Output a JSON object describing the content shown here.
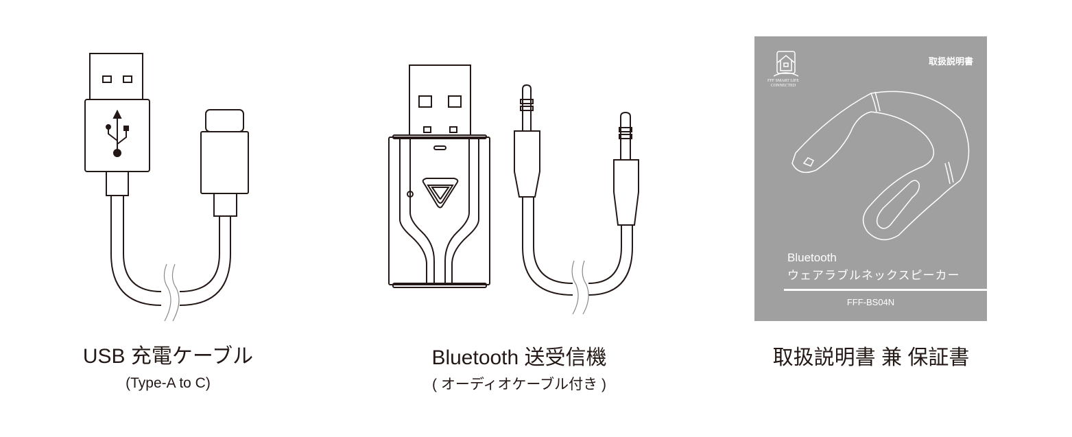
{
  "items": [
    {
      "title": "USB 充電ケーブル",
      "subtitle": "(Type-A to C)"
    },
    {
      "title": "Bluetooth 送受信機",
      "subtitle": "( オーディオケーブル付き )"
    },
    {
      "title": "取扱説明書 兼 保証書"
    }
  ],
  "manual_cover": {
    "header": "取扱説明書",
    "brand_line1": "FFF SMART LIFE",
    "brand_line2": "CONNECTED",
    "product_line1": "Bluetooth",
    "product_line2": "ウェアラブルネックスピーカー",
    "model": "FFF-BS04N",
    "background_color": "#a0a0a0"
  }
}
